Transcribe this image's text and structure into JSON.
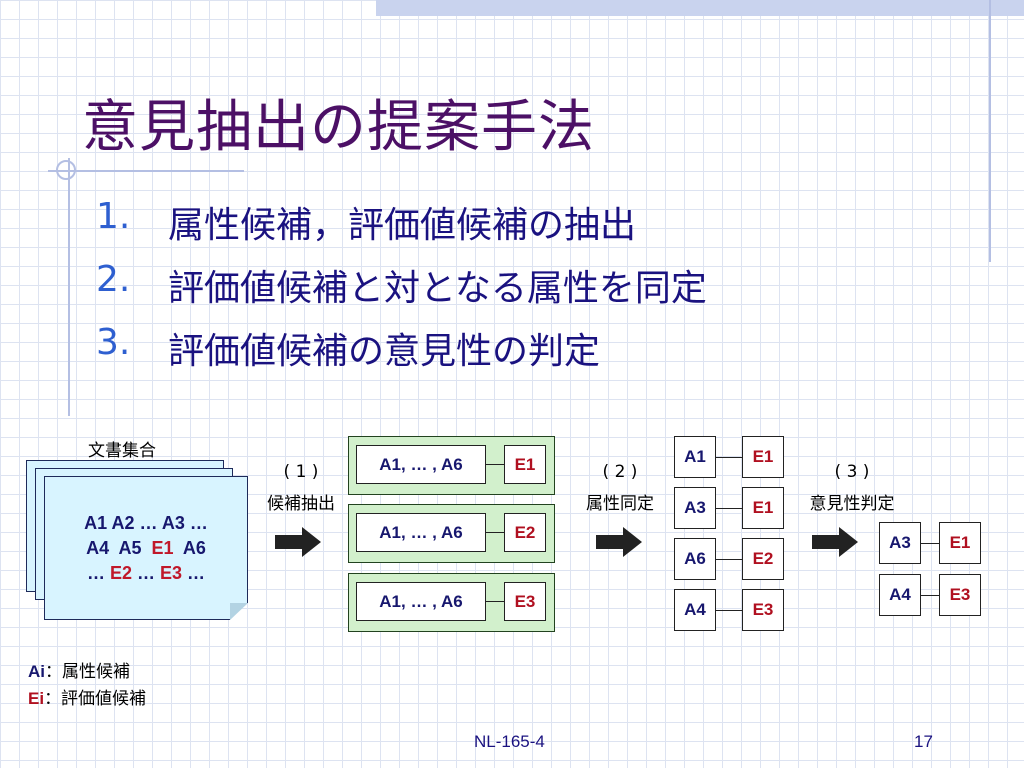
{
  "title": "意見抽出の提案手法",
  "points": [
    {
      "num": "1.",
      "text": "属性候補，評価値候補の抽出"
    },
    {
      "num": "2.",
      "text": "評価値候補と対となる属性を同定"
    },
    {
      "num": "3.",
      "text": "評価値候補の意見性の判定"
    }
  ],
  "doc": {
    "label": "文書集合",
    "line1": "A1 A2 … A3 …",
    "line2_pre": "A4  A5  ",
    "line2_red": "E1",
    "line2_post": "  A6",
    "line3_pre": "… ",
    "line3_red1": "E2",
    "line3_mid": " … ",
    "line3_red2": "E3",
    "line3_post": " …"
  },
  "steps": [
    {
      "num": "( 1 )",
      "label": "候補抽出"
    },
    {
      "num": "( 2 )",
      "label": "属性同定"
    },
    {
      "num": "( 3 )",
      "label": "意見性判定"
    }
  ],
  "candidates": [
    {
      "attrs": "A1, … , A6",
      "eval": "E1"
    },
    {
      "attrs": "A1, … , A6",
      "eval": "E2"
    },
    {
      "attrs": "A1, … , A6",
      "eval": "E3"
    }
  ],
  "pairs": [
    {
      "a": "A1",
      "e": "E1"
    },
    {
      "a": "A3",
      "e": "E1"
    },
    {
      "a": "A6",
      "e": "E2"
    },
    {
      "a": "A4",
      "e": "E3"
    }
  ],
  "result": [
    {
      "a": "A3",
      "e": "E1"
    },
    {
      "a": "A4",
      "e": "E3"
    }
  ],
  "legend": [
    {
      "key": "Ai",
      "text": "：属性候補"
    },
    {
      "key": "Ei",
      "text": "：評価値候補"
    }
  ],
  "footer": {
    "center": "NL-165-4",
    "page": "17"
  },
  "colors": {
    "title": "#4c1066",
    "number": "#2e5fd0",
    "text": "#1a1280",
    "eval": "#b01020",
    "doc_fill": "#d8f4ff",
    "group_fill": "#d2f0cc"
  }
}
